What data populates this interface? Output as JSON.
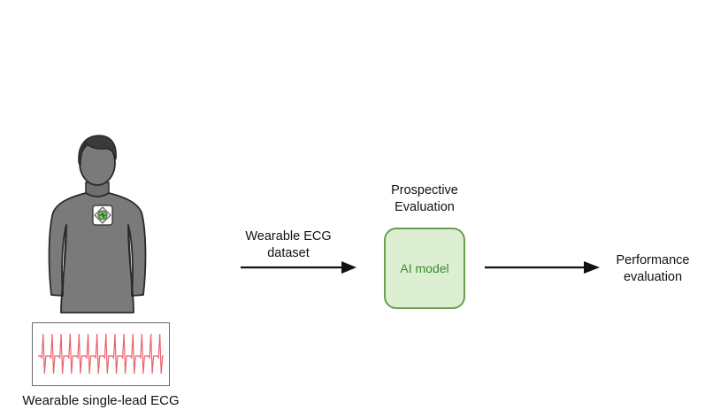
{
  "person": {
    "icon": "person-with-wearable-sensor-icon"
  },
  "ecg": {
    "caption": "Wearable single-lead ECG",
    "icon": "ecg-waveform-icon",
    "beat_count": 14,
    "trace_color": "#e8646e"
  },
  "flow": {
    "input_label_line1": "Wearable ECG",
    "input_label_line2": "dataset",
    "eval_label_line1": "Prospective",
    "eval_label_line2": "Evaluation",
    "model_label": "AI model",
    "output_label_line1": "Performance",
    "output_label_line2": "evaluation"
  },
  "colors": {
    "model_fill": "#dcefd2",
    "model_border": "#6a9f4e",
    "model_text": "#3c8a2e",
    "person_fill": "#7a7a7a",
    "hair_fill": "#3c3c3c"
  }
}
